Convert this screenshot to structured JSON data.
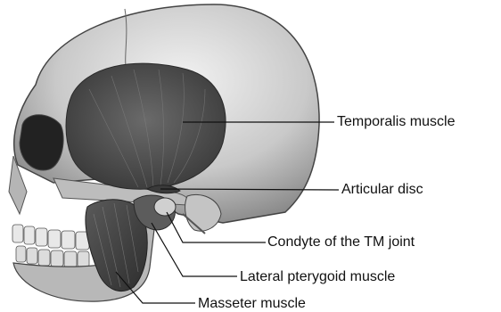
{
  "figure": {
    "labels": {
      "temporalis": "Temporalis muscle",
      "articular_disc": "Articular disc",
      "condyle": "Condyte of the TM joint",
      "lateral_pterygoid": "Lateral pterygoid muscle",
      "masseter": "Masseter muscle"
    }
  }
}
